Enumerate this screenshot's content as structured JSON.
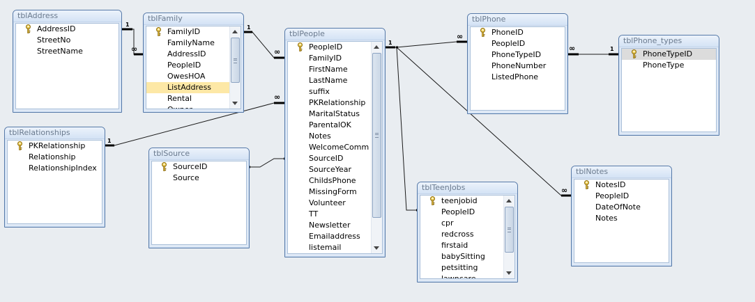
{
  "window": {
    "title": "Relationships"
  },
  "colors": {
    "background": "#e9edf1",
    "table_border": "#5679a8",
    "selected_field": "#fde8a6",
    "highlighted_field": "#dcdcdc"
  },
  "tables": {
    "tblAddress": {
      "name": "tblAddress",
      "fields": [
        {
          "name": "AddressID",
          "key": true
        },
        {
          "name": "StreetNo"
        },
        {
          "name": "StreetName"
        }
      ]
    },
    "tblFamily": {
      "name": "tblFamily",
      "fields": [
        {
          "name": "FamilyID",
          "key": true
        },
        {
          "name": "FamilyName"
        },
        {
          "name": "AddressID"
        },
        {
          "name": "PeopleID"
        },
        {
          "name": "OwesHOA"
        },
        {
          "name": "ListAddress",
          "selected": true
        },
        {
          "name": "Rental"
        },
        {
          "name": "Owner"
        }
      ]
    },
    "tblPeople": {
      "name": "tblPeople",
      "fields": [
        {
          "name": "PeopleID",
          "key": true
        },
        {
          "name": "FamilyID"
        },
        {
          "name": "FirstName"
        },
        {
          "name": "LastName"
        },
        {
          "name": "suffix"
        },
        {
          "name": "PKRelationship"
        },
        {
          "name": "MaritalStatus"
        },
        {
          "name": "ParentalOK"
        },
        {
          "name": "Notes"
        },
        {
          "name": "WelcomeComm"
        },
        {
          "name": "SourceID"
        },
        {
          "name": "SourceYear"
        },
        {
          "name": "ChildsPhone"
        },
        {
          "name": "MissingForm"
        },
        {
          "name": "Volunteer"
        },
        {
          "name": "TT"
        },
        {
          "name": "Newsletter"
        },
        {
          "name": "Emailaddress"
        },
        {
          "name": "listemail"
        }
      ]
    },
    "tblRelationships": {
      "name": "tblRelationships",
      "fields": [
        {
          "name": "PKRelationship",
          "key": true
        },
        {
          "name": "Relationship"
        },
        {
          "name": "RelationshipIndex"
        }
      ]
    },
    "tblSource": {
      "name": "tblSource",
      "fields": [
        {
          "name": "SourceID",
          "key": true
        },
        {
          "name": "Source"
        }
      ]
    },
    "tblPhone": {
      "name": "tblPhone",
      "fields": [
        {
          "name": "PhoneID",
          "key": true
        },
        {
          "name": "PeopleID"
        },
        {
          "name": "PhoneTypeID"
        },
        {
          "name": "PhoneNumber"
        },
        {
          "name": "ListedPhone"
        }
      ]
    },
    "tblPhone_types": {
      "name": "tblPhone_types",
      "fields": [
        {
          "name": "PhoneTypeID",
          "key": true,
          "highlighted": true
        },
        {
          "name": "PhoneType"
        }
      ]
    },
    "tblTeenJobs": {
      "name": "tblTeenJobs",
      "fields": [
        {
          "name": "teenjobid",
          "key": true
        },
        {
          "name": "PeopleID"
        },
        {
          "name": "cpr"
        },
        {
          "name": "redcross"
        },
        {
          "name": "firstaid"
        },
        {
          "name": "babySitting"
        },
        {
          "name": "petsitting"
        },
        {
          "name": "lawncare"
        }
      ]
    },
    "tblNotes": {
      "name": "tblNotes",
      "fields": [
        {
          "name": "NotesID",
          "key": true
        },
        {
          "name": "PeopleID"
        },
        {
          "name": "DateOfNote"
        },
        {
          "name": "Notes"
        }
      ]
    }
  },
  "relationships": [
    {
      "from": "tblAddress.AddressID",
      "to": "tblFamily.AddressID",
      "one": "1",
      "many": "∞"
    },
    {
      "from": "tblFamily.FamilyID",
      "to": "tblPeople.FamilyID",
      "one": "1",
      "many": "∞"
    },
    {
      "from": "tblRelationships.PKRelationship",
      "to": "tblPeople.PKRelationship",
      "one": "1",
      "many": "∞"
    },
    {
      "from": "tblSource.SourceID",
      "to": "tblPeople.SourceID",
      "one": "",
      "many": ""
    },
    {
      "from": "tblPeople.PeopleID",
      "to": "tblPhone.PeopleID",
      "one": "1",
      "many": "∞"
    },
    {
      "from": "tblPhone_types.PhoneTypeID",
      "to": "tblPhone.PhoneTypeID",
      "one": "1",
      "many": "∞"
    },
    {
      "from": "tblPeople.PeopleID",
      "to": "tblNotes.PeopleID",
      "one": "1",
      "many": "∞"
    },
    {
      "from": "tblPeople.PeopleID",
      "to": "tblTeenJobs.PeopleID",
      "one": "",
      "many": ""
    }
  ]
}
